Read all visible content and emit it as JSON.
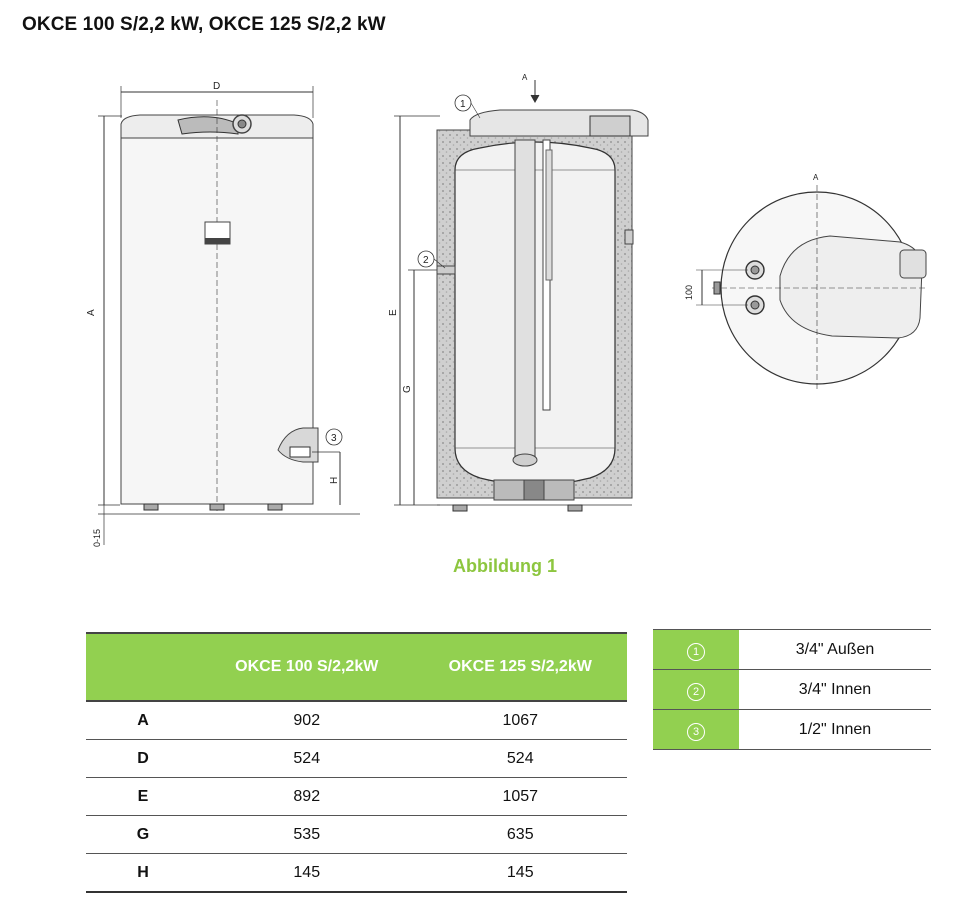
{
  "title": "OKCE 100 S/2,2 kW, OKCE 125 S/2,2 kW",
  "caption": "Abbildung 1",
  "drawing_labels": {
    "D": "D",
    "A": "A",
    "E": "E",
    "G": "G",
    "H": "H",
    "arrow_A": "A",
    "top_A": "A",
    "gap": "0-15",
    "spacing": "100",
    "callout_1": "1",
    "callout_2": "2",
    "callout_3": "3"
  },
  "dimensions_table": {
    "headers": [
      "",
      "OKCE 100 S/2,2kW",
      "OKCE 125 S/2,2kW"
    ],
    "rows": [
      {
        "label": "A",
        "v1": "902",
        "v2": "1067"
      },
      {
        "label": "D",
        "v1": "524",
        "v2": "524"
      },
      {
        "label": "E",
        "v1": "892",
        "v2": "1057"
      },
      {
        "label": "G",
        "v1": "535",
        "v2": "635"
      },
      {
        "label": "H",
        "v1": "145",
        "v2": "145"
      }
    ]
  },
  "connections_table": [
    {
      "num": "1",
      "desc": "3/4\" Außen"
    },
    {
      "num": "2",
      "desc": "3/4\" Innen"
    },
    {
      "num": "3",
      "desc": "1/2\" Innen"
    }
  ],
  "colors": {
    "accent_green": "#92d050",
    "caption_green": "#8dc63f"
  }
}
